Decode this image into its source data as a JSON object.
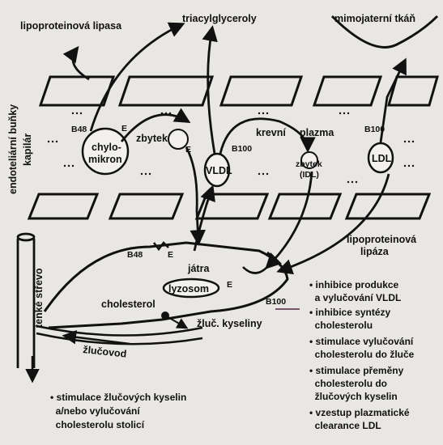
{
  "labels": {
    "lipo_lipasa_top": "lipoproteinová lipasa",
    "triacyl": "triacylglyceroly",
    "extrahepatic": "mimojaterní tkáň",
    "endothelial": "endoteliární buňky",
    "capillary": "kapilár",
    "b48_top": "B48",
    "e_chylo": "E",
    "remnant": "zbytek",
    "chylomicron_l1": "chylo-",
    "chylomicron_l2": "mikron",
    "e_remnant": "E",
    "b100_vldl": "B100",
    "vldl": "VLDL",
    "blood_plasma_1": "krevní",
    "blood_plasma_2": "plazma",
    "remnant_idl_1": "zbytek",
    "remnant_idl_2": "(IDL)",
    "b100_ldl": "B100",
    "ldl": "LDL",
    "lipo_lipaza_bottom_1": "lipoproteinová",
    "lipo_lipaza_bottom_2": "lipáza",
    "b48_liver": "B48",
    "e_liver_left": "E",
    "liver": "játra",
    "lysosome": "lyzosom",
    "e_receptor": "E",
    "b100_receptor": "B100",
    "cholesterol": "cholesterol",
    "bile_acids": "žluč. kyseliny",
    "bile_duct": "žlučovod",
    "small_intestine": "tenké střevo"
  },
  "right_notes": [
    "• inhibice produkce",
    "  a vylučování VLDL",
    "• inhibice syntézy",
    "  cholesterolu",
    "• stimulace vylučování",
    "  cholesterolu do žluče",
    "• stimulace přeměny",
    "  cholesterolu do",
    "  žlučových kyselin",
    "• vzestup plazmatické",
    "  clearance LDL"
  ],
  "bottom_notes": [
    "• stimulace žlučových kyselin",
    "  a/nebo vylučování",
    "  cholesterolu stolicí"
  ]
}
